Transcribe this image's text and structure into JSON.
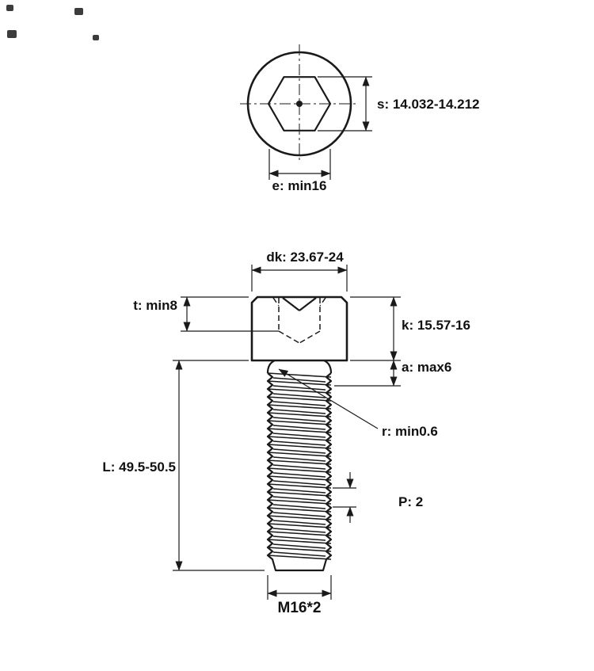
{
  "drawing": {
    "labels": {
      "s": "s: 14.032-14.212",
      "e": "e: min16",
      "dk": "dk: 23.67-24",
      "k": "k: 15.57-16",
      "t": "t: min8",
      "a": "a: max6",
      "r": "r: min0.6",
      "L": "L: 49.5-50.5",
      "P": "P: 2",
      "thread": "M16*2"
    },
    "colors": {
      "line": "#1a1a1a",
      "background": "#ffffff"
    }
  }
}
